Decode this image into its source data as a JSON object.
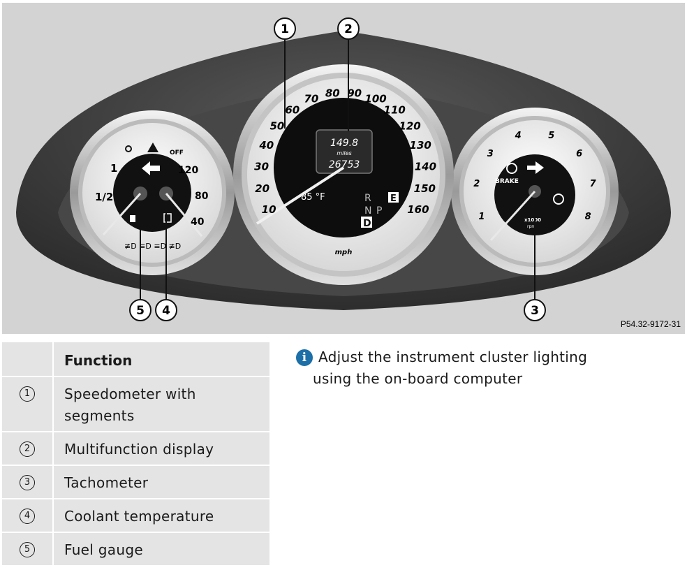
{
  "figure": {
    "code": "P54.32-9172-31",
    "callouts": [
      "1",
      "2",
      "5",
      "4",
      "3"
    ],
    "speedometer": {
      "scale": [
        "10",
        "20",
        "30",
        "40",
        "50",
        "60",
        "70",
        "80",
        "90",
        "100",
        "110",
        "120",
        "130",
        "140",
        "150",
        "160"
      ],
      "unit": "mph",
      "trip_value": "149.8",
      "trip_unit": "miles",
      "odometer": "26753",
      "outside_temp": "85 °F",
      "gears": [
        "R",
        "N",
        "P",
        "D"
      ],
      "eco_mark": "E"
    },
    "tachometer": {
      "scale": [
        "1",
        "2",
        "3",
        "4",
        "5",
        "6",
        "7",
        "8"
      ],
      "brake_label": "BRAKE",
      "multiplier": "x1000",
      "multiplier_unit": "rpm"
    },
    "left_gauge": {
      "fuel_marks": [
        "1",
        "1/2"
      ],
      "temp_marks": [
        "120",
        "80",
        "40"
      ],
      "off_label": "OFF"
    }
  },
  "legend": {
    "header": "Function",
    "rows": [
      {
        "num": "1",
        "text_lines": [
          "Speedometer with",
          "segments"
        ]
      },
      {
        "num": "2",
        "text_lines": [
          "Multifunction display"
        ]
      },
      {
        "num": "3",
        "text_lines": [
          "Tachometer"
        ]
      },
      {
        "num": "4",
        "text_lines": [
          "Coolant temperature"
        ]
      },
      {
        "num": "5",
        "text_lines": [
          "Fuel gauge"
        ]
      }
    ]
  },
  "note": {
    "icon": "info-icon",
    "line1": "Adjust the instrument cluster lighting",
    "line2": "using the on-board computer"
  },
  "colors": {
    "info_icon": "#1d6fa8",
    "table_bg": "#e4e4e4",
    "cluster_bg": "#3a3a3a"
  }
}
